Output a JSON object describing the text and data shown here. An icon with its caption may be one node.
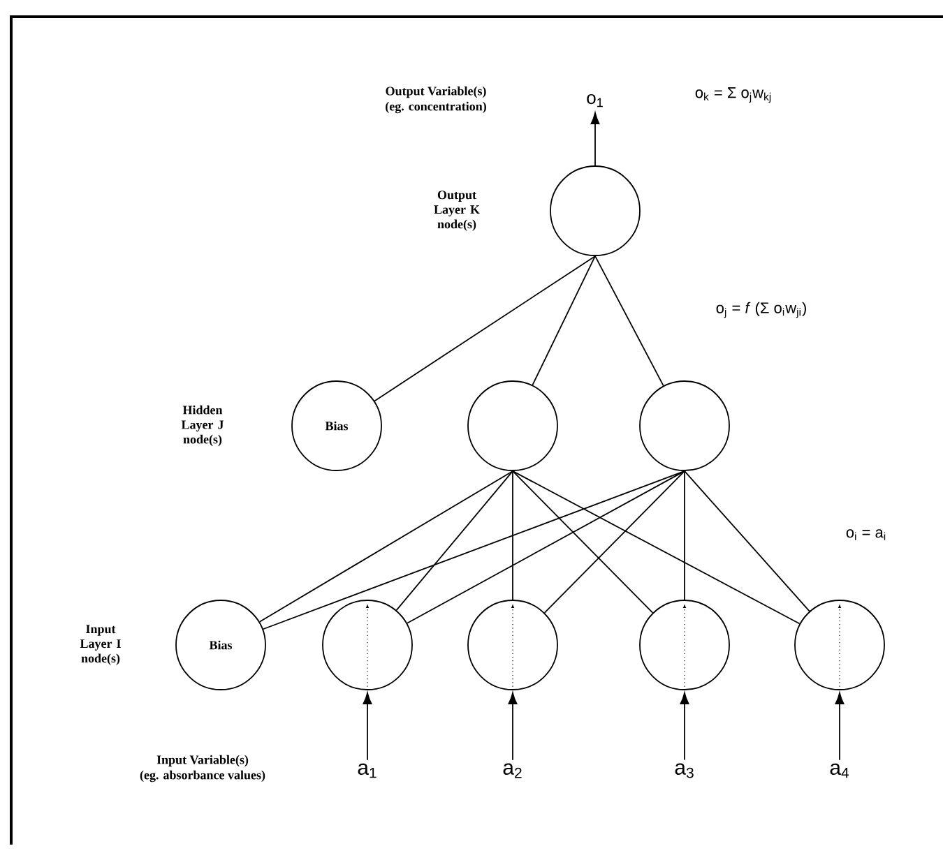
{
  "diagram": {
    "nodes": [
      {
        "text": [
          "o$_{1}$"
        ]
      },
      {
        "text": [],
        "shape": "circle"
      },
      {
        "text": [
          "Bias"
        ]
      },
      {
        "text": [],
        "shape": "circle"
      },
      {
        "text": [],
        "shape": "circle"
      },
      {
        "text": [
          "Bias"
        ]
      },
      {
        "text": [],
        "shape": "circle"
      },
      {
        "text": [],
        "shape": "circle"
      },
      {
        "text": [],
        "shape": "circle"
      },
      {
        "text": [],
        "shape": "circle"
      },
      {
        "text": [
          "a$_{1}$"
        ]
      },
      {
        "text": [
          "a$_{2}$"
        ]
      },
      {
        "text": [
          "a$_{3}$"
        ]
      },
      {
        "text": [
          "a$_{4}$"
        ]
      }
    ],
    "edges": [
      {
        "from": 1,
        "to": 0,
        "arrow": "to"
      },
      {
        "from": 1,
        "to": 2,
        "arrow": "none"
      },
      {
        "from": 1,
        "to": 3,
        "arrow": "none"
      },
      {
        "from": 1,
        "to": 4,
        "arrow": "none"
      },
      {
        "from": 3,
        "to": 5,
        "arrow": "none"
      },
      {
        "from": 3,
        "to": 6,
        "arrow": "none"
      },
      {
        "from": 3,
        "to": 7,
        "arrow": "none"
      },
      {
        "from": 3,
        "to": 8,
        "arrow": "none"
      },
      {
        "from": 3,
        "to": 9,
        "arrow": "none"
      },
      {
        "from": 4,
        "to": 5,
        "arrow": "none"
      },
      {
        "from": 4,
        "to": 6,
        "arrow": "none"
      },
      {
        "from": 4,
        "to": 7,
        "arrow": "none"
      },
      {
        "from": 4,
        "to": 8,
        "arrow": "none"
      },
      {
        "from": 4,
        "to": 9,
        "arrow": "none"
      },
      {
        "from": 10,
        "to": 6,
        "arrow": "to"
      },
      {
        "from": 11,
        "to": 7,
        "arrow": "to"
      },
      {
        "from": 12,
        "to": 8,
        "arrow": "to"
      },
      {
        "from": 13,
        "to": 9,
        "arrow": "to"
      }
    ],
    "labels": [
      "Output Variable(s)",
      "(eg. concentration)",
      "o$_{k}$ = Σ o$_{j}$w$_{kj}$",
      "Output Layer K node(s)",
      "o$_{j}$ = *f* (Σ o$_{i}$w$_{ji}$)",
      "Hidden Layer J node(s)",
      "o$_{i}$ = a$_{i}$",
      "Input Layer I node(s)",
      "Input Variable(s)",
      "(eg. absorbance values)"
    ]
  }
}
